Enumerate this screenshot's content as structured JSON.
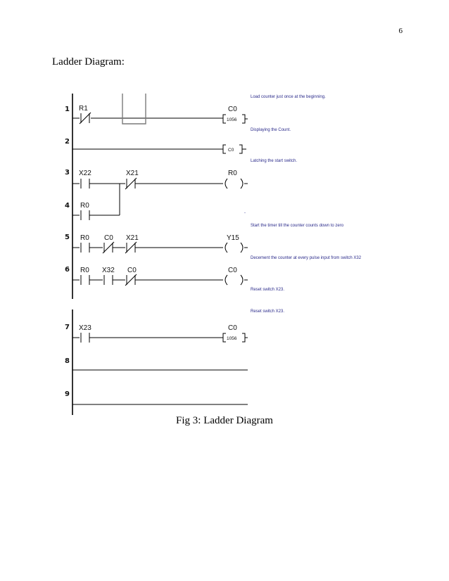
{
  "page_number": "6",
  "heading": "Ladder Diagram:",
  "caption": "Fig 3: Ladder Diagram",
  "diagram": {
    "rows": [
      {
        "num": "1",
        "contacts": [
          {
            "label": "R1",
            "type": "NC"
          }
        ],
        "output": {
          "label": "C0",
          "type": "counter",
          "value": "1056"
        }
      },
      {
        "num": "2",
        "contacts": [],
        "output": {
          "label": "",
          "type": "box",
          "value": "C0"
        }
      },
      {
        "num": "3",
        "contacts": [
          {
            "label": "X22",
            "type": "NO"
          },
          {
            "label": "X21",
            "type": "NC"
          }
        ],
        "output": {
          "label": "R0",
          "type": "coil"
        }
      },
      {
        "num": "4",
        "contacts": [
          {
            "label": "R0",
            "type": "NO"
          }
        ],
        "output": null
      },
      {
        "num": "5",
        "contacts": [
          {
            "label": "R0",
            "type": "NO"
          },
          {
            "label": "C0",
            "type": "NC"
          },
          {
            "label": "X21",
            "type": "NC"
          }
        ],
        "output": {
          "label": "Y15",
          "type": "coil"
        }
      },
      {
        "num": "6",
        "contacts": [
          {
            "label": "R0",
            "type": "NO"
          },
          {
            "label": "X32",
            "type": "NO"
          },
          {
            "label": "C0",
            "type": "NC"
          }
        ],
        "output": {
          "label": "C0",
          "type": "coil"
        }
      },
      {
        "num": "7",
        "contacts": [
          {
            "label": "X23",
            "type": "NO"
          }
        ],
        "output": {
          "label": "C0",
          "type": "counter",
          "value": "1056"
        }
      },
      {
        "num": "8",
        "contacts": [],
        "output": null
      },
      {
        "num": "9",
        "contacts": [],
        "output": null
      }
    ],
    "comments": [
      "Load counter just once at the beginning.",
      "Displaying the Count.",
      "Latching the start switch.",
      "-",
      "Start the timer till the counter counts down to zero",
      "Decement the counter at every pulse input from switch X32",
      "Reset switch X23.",
      "Reset switch X23."
    ]
  }
}
